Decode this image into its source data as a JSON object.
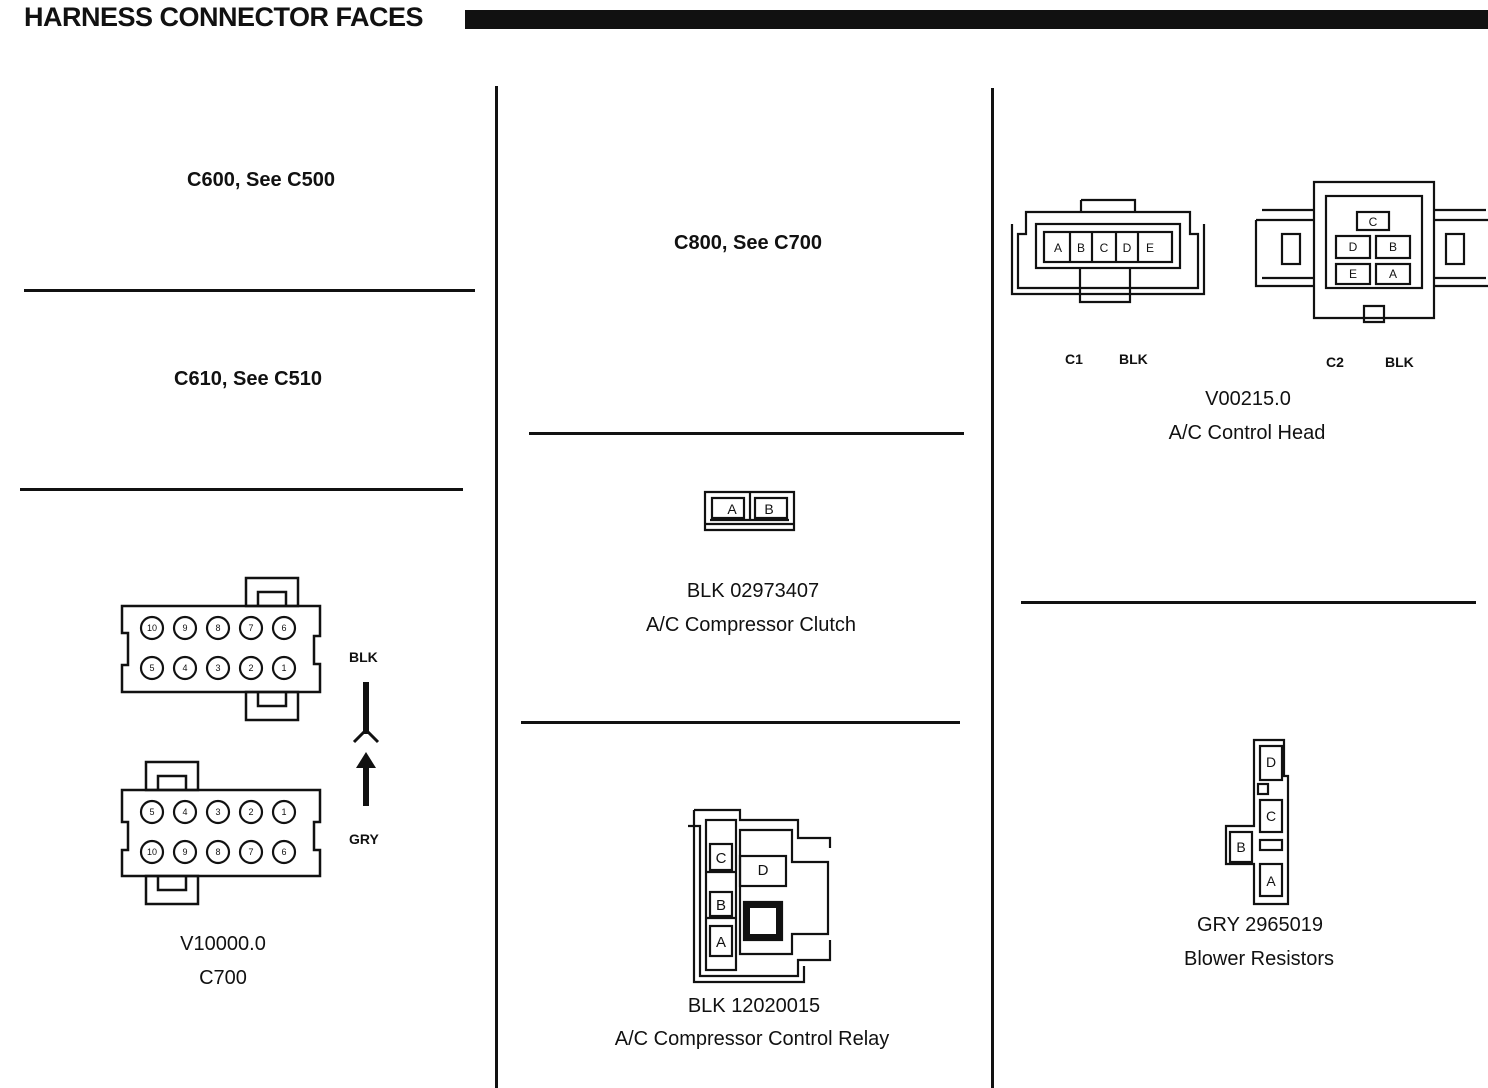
{
  "header": {
    "title": "HARNESS CONNECTOR FACES"
  },
  "panels": {
    "c600": {
      "text": "C600, See C500"
    },
    "c610": {
      "text": "C610, See C510"
    },
    "c700": {
      "upper_color": "BLK",
      "lower_color": "GRY",
      "upper_top_pins": [
        "10",
        "9",
        "8",
        "7",
        "6"
      ],
      "upper_bottom_pins": [
        "5",
        "4",
        "3",
        "2",
        "1"
      ],
      "lower_top_pins": [
        "5",
        "4",
        "3",
        "2",
        "1"
      ],
      "lower_bottom_pins": [
        "10",
        "9",
        "8",
        "7",
        "6"
      ],
      "part": "V10000.0",
      "name": "C700"
    },
    "c800": {
      "text": "C800, See C700"
    },
    "clutch": {
      "pins": [
        "A",
        "B"
      ],
      "part": "BLK 02973407",
      "name": "A/C Compressor Clutch"
    },
    "relay": {
      "pins": [
        "C",
        "D",
        "B",
        "A"
      ],
      "part": "BLK 12020015",
      "name": "A/C Compressor Control Relay"
    },
    "control_head": {
      "c1_label": "C1",
      "c1_color": "BLK",
      "c2_label": "C2",
      "c2_color": "BLK",
      "c1_pins": [
        "A",
        "B",
        "C",
        "D",
        "E"
      ],
      "c2_pins": [
        "C",
        "D",
        "B",
        "E",
        "A"
      ],
      "part": "V00215.0",
      "name": "A/C Control Head"
    },
    "blower": {
      "pins": [
        "D",
        "C",
        "B",
        "A"
      ],
      "part": "GRY 2965019",
      "name": "Blower Resistors"
    }
  }
}
